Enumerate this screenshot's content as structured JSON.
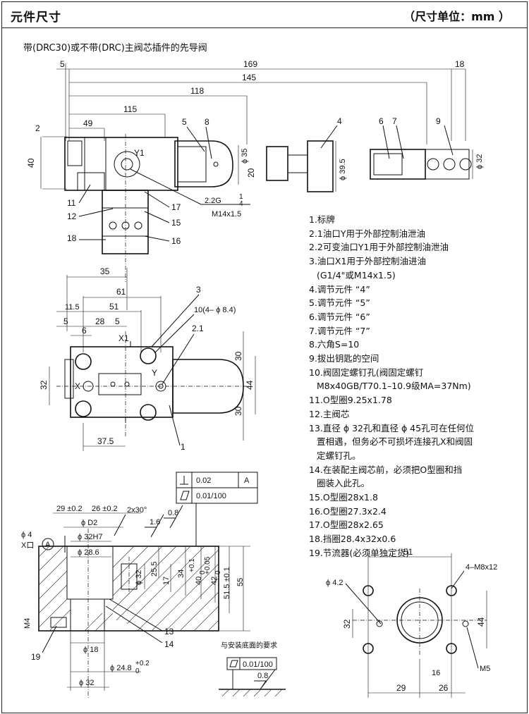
{
  "header": {
    "title": "元件尺寸",
    "unit": "（尺寸单位：mm ）"
  },
  "subtitle": "带(DRC30)或不带(DRC)主阀芯插件的先导阀",
  "legend": [
    {
      "text": "1.标牌"
    },
    {
      "text": "2.1油口Y用于外部控制油泄油"
    },
    {
      "text": "2.2可变油口Y1用于外部控制油泄油"
    },
    {
      "text": "3.油口X1用于外部控制油进油"
    },
    {
      "text": "(G1/4\"或M14x1.5)",
      "indent": true
    },
    {
      "text": "4.调节元件 “4”"
    },
    {
      "text": "5.调节元件 “5”"
    },
    {
      "text": "6.调节元件 “6”"
    },
    {
      "text": "7.调节元件 “7”"
    },
    {
      "text": "8.六角S=10"
    },
    {
      "text": "9.拔出钥匙的空间"
    },
    {
      "text": "10.阀固定螺钉孔(阀固定螺钉"
    },
    {
      "text": "M8x40GB/T70.1–10.9级MA=37Nm)",
      "indent": true
    },
    {
      "text": "11.O型圈9.25x1.78"
    },
    {
      "text": "12.主阀芯"
    },
    {
      "text": "13.直径 ϕ 32孔和直径 ϕ 45孔可在任何位"
    },
    {
      "text": "置相遇，但务必不可损坏连接孔X和阀固",
      "indent": true
    },
    {
      "text": "定螺钉孔。",
      "indent": true
    },
    {
      "text": "14.在装配主阀芯前，必须把O型圈和挡"
    },
    {
      "text": "圈装入此孔。",
      "indent": true
    },
    {
      "text": "15.O型圈28x1.8"
    },
    {
      "text": "16.O型圈27.3x2.4"
    },
    {
      "text": "17.O型圈28x2.65"
    },
    {
      "text": "18.挡圈28.4x32x0.6"
    },
    {
      "text": "19.节流器(必须单独定货)"
    }
  ],
  "install_note": "与安装底面的要求",
  "dims_top": {
    "d5": "5",
    "d169": "169",
    "d18": "18",
    "d145": "145",
    "d118": "118",
    "d115": "115",
    "d49": "49",
    "d2": "2",
    "d40": "40",
    "d20": "20",
    "phi35": "ϕ 35",
    "phi39_5": "ϕ 39.5",
    "phi32": "ϕ 32",
    "y1": "Y1",
    "thread1": "2.2G",
    "thread_frac_n": "1",
    "thread_frac_d": "4",
    "thread2": "M14x1.5"
  },
  "callouts_top": {
    "c5": "5",
    "c8": "8",
    "c4": "4",
    "c6": "6",
    "c7": "7",
    "c9": "9",
    "c11": "11",
    "c12": "12",
    "c17": "17",
    "c15": "15",
    "c18": "18",
    "c16": "16"
  },
  "dims_mid": {
    "d35": "35",
    "d61": "61",
    "d3": "3",
    "d11_5": "11.5",
    "d51": "51",
    "d10": "10(4– ϕ 8.4)",
    "d5": "5",
    "d28": "28",
    "d5b": "5",
    "d2_1": "2.1",
    "d6": "6",
    "x1": "X1",
    "x": "X",
    "y": "Y",
    "d32": "32",
    "d44": "44",
    "d30a": "30",
    "d30b": "30",
    "d37_5": "37.5",
    "c1": "1"
  },
  "dims_sec": {
    "d29": "29 ±0.2",
    "d26": "26 ±0.2",
    "phiD2": "ϕ D2",
    "chamfer": "2x30°",
    "r16": "1.6",
    "phi32h7": "ϕ 32H7",
    "phi28_6": "ϕ 28.6",
    "r08": "0.8",
    "phi4": "ϕ 4",
    "a": "A",
    "xport": "X口",
    "phi32b": "ϕ 32",
    "d25_5": "25.5",
    "d17": "17",
    "d34": "34",
    "d40": "40",
    "tol40u": "+0.1",
    "tol40l": "0",
    "d42": "42",
    "tol42u": "+0.05",
    "tol42l": "0",
    "d51_5": "51.5 ±0.1",
    "d55": "55",
    "m4": "M4",
    "c19": "19",
    "phi18": "ϕ 18",
    "c13": "13",
    "c14": "14",
    "phi24_8": "ϕ 24.8",
    "tol24u": "+0.2",
    "tol24l": "0",
    "phi32c": "ϕ 32",
    "tol_perp": "0.02",
    "tol_datum": "A",
    "tol_flat": "0.01/100"
  },
  "dims_mount": {
    "d51": "51",
    "m8": "4–M8x12",
    "phi4_2": "ϕ 4.2",
    "d32": "32",
    "d44": "44",
    "m5": "M5",
    "d16": "16",
    "d29": "29",
    "d26": "26",
    "flat": "0.01/100",
    "r08": "0.8"
  }
}
